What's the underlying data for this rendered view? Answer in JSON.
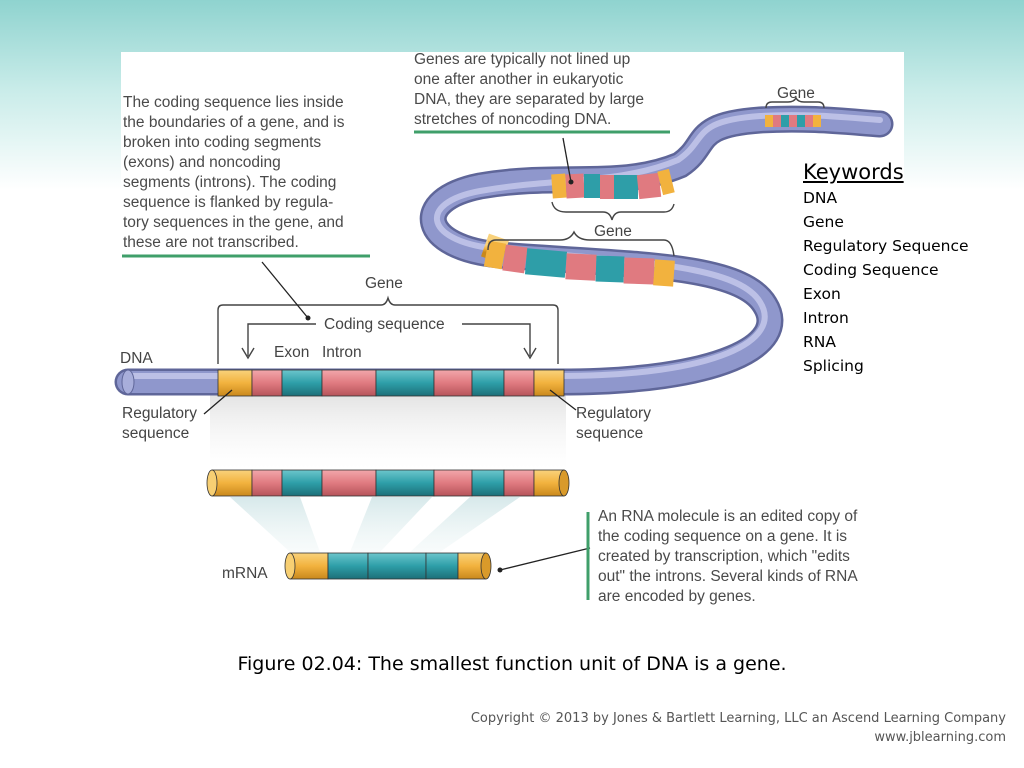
{
  "notes": {
    "coding_sequence": "The coding sequence lies inside\nthe boundaries of a gene, and is\nbroken into coding segments\n(exons) and noncoding\nsegments (introns). The coding\nsequence is flanked by regula-\ntory sequences in the gene, and\nthese are not transcribed.",
    "genes_separated": "Genes are typically not lined up\none after another in eukaryotic\nDNA, they are separated by large\nstretches of noncoding DNA.",
    "rna_molecule": "An RNA molecule is an edited copy of\nthe coding sequence on a gene. It is\ncreated by transcription, which \"edits\nout\" the introns. Several kinds of RNA\nare encoded by genes."
  },
  "diagram_labels": {
    "gene_top": "Gene",
    "gene_middle": "Gene",
    "gene_main": "Gene",
    "coding_sequence": "Coding sequence",
    "exon": "Exon",
    "intron": "Intron",
    "dna": "DNA",
    "regulatory_left_1": "Regulatory",
    "regulatory_left_2": "sequence",
    "regulatory_right_1": "Regulatory",
    "regulatory_right_2": "sequence",
    "mrna": "mRNA"
  },
  "keywords": {
    "title": "Keywords",
    "items": [
      "DNA",
      "Gene",
      "Regulatory Sequence",
      "Coding Sequence",
      "Exon",
      "Intron",
      "RNA",
      "Splicing"
    ]
  },
  "caption": "Figure 02.04: The smallest function unit of DNA is a gene.",
  "copyright": {
    "line1": "Copyright © 2013 by Jones & Bartlett Learning, LLC an Ascend Learning Company",
    "line2": "www.jblearning.com"
  },
  "colors": {
    "exon": "#2e9ea8",
    "intron": "#e07a80",
    "regulatory": "#f2b23e",
    "dna": "#8f97cc",
    "note_rule": "#3f9f6a"
  }
}
